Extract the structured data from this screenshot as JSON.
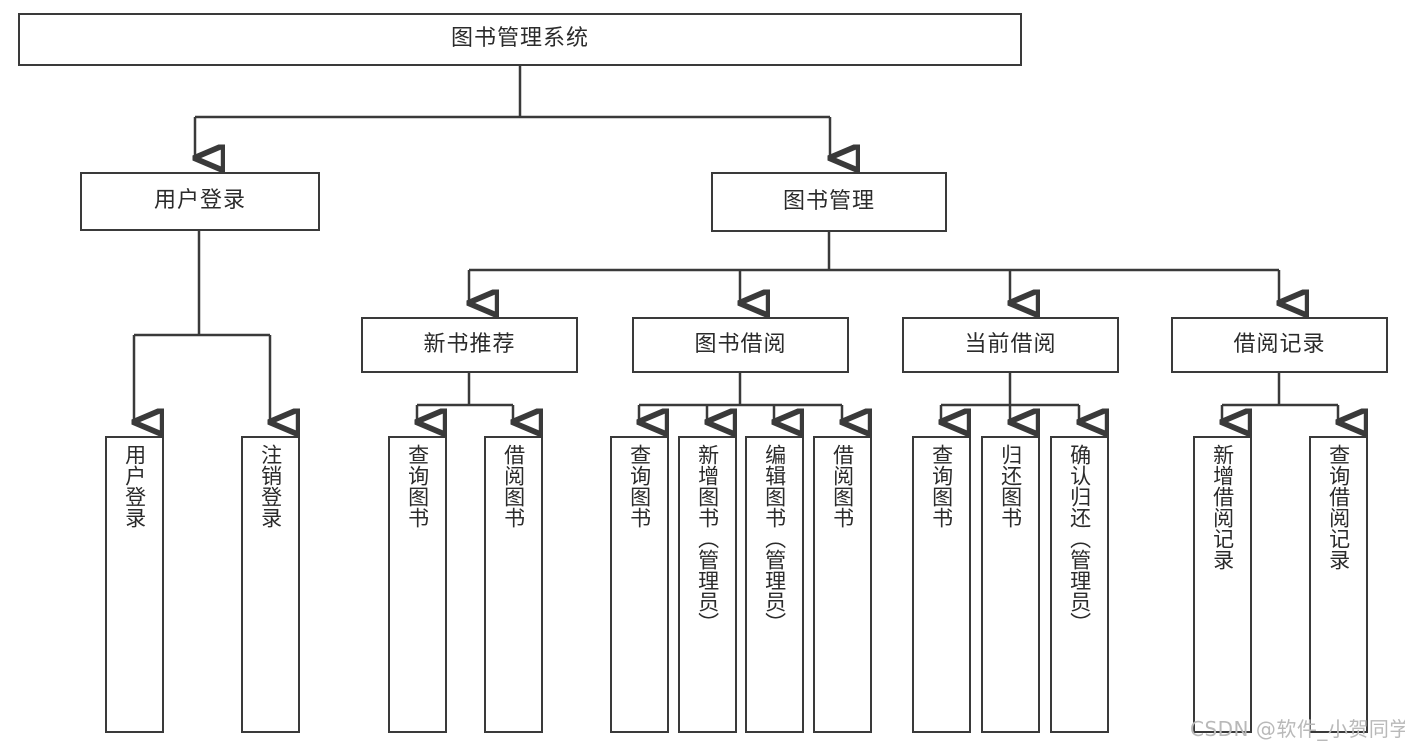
{
  "diagram": {
    "type": "tree",
    "title": "图书管理系统",
    "root": {
      "label": "图书管理系统"
    },
    "level2": [
      {
        "label": "用户登录"
      },
      {
        "label": "图书管理"
      }
    ],
    "level3": [
      {
        "label": "新书推荐"
      },
      {
        "label": "图书借阅"
      },
      {
        "label": "当前借阅"
      },
      {
        "label": "借阅记录"
      }
    ],
    "leaves": {
      "user_login": [
        {
          "label": "用户登录"
        },
        {
          "label": "注销登录"
        }
      ],
      "new_book_recommend": [
        {
          "label": "查询图书"
        },
        {
          "label": "借阅图书"
        }
      ],
      "book_borrow": [
        {
          "label": "查询图书"
        },
        {
          "label": "新增图书（管理员）"
        },
        {
          "label": "编辑图书（管理员）"
        },
        {
          "label": "借阅图书"
        }
      ],
      "current_borrow": [
        {
          "label": "查询图书"
        },
        {
          "label": "归还图书"
        },
        {
          "label": "确认归还（管理员）"
        }
      ],
      "borrow_record": [
        {
          "label": "新增借阅记录"
        },
        {
          "label": "查询借阅记录"
        }
      ]
    }
  },
  "watermark": {
    "text": "CSDN @软件_小贺同学"
  },
  "colors": {
    "stroke": "#3a3a3a",
    "text": "#2b2b2b",
    "background": "#ffffff",
    "watermark": "#b9b9b9"
  }
}
